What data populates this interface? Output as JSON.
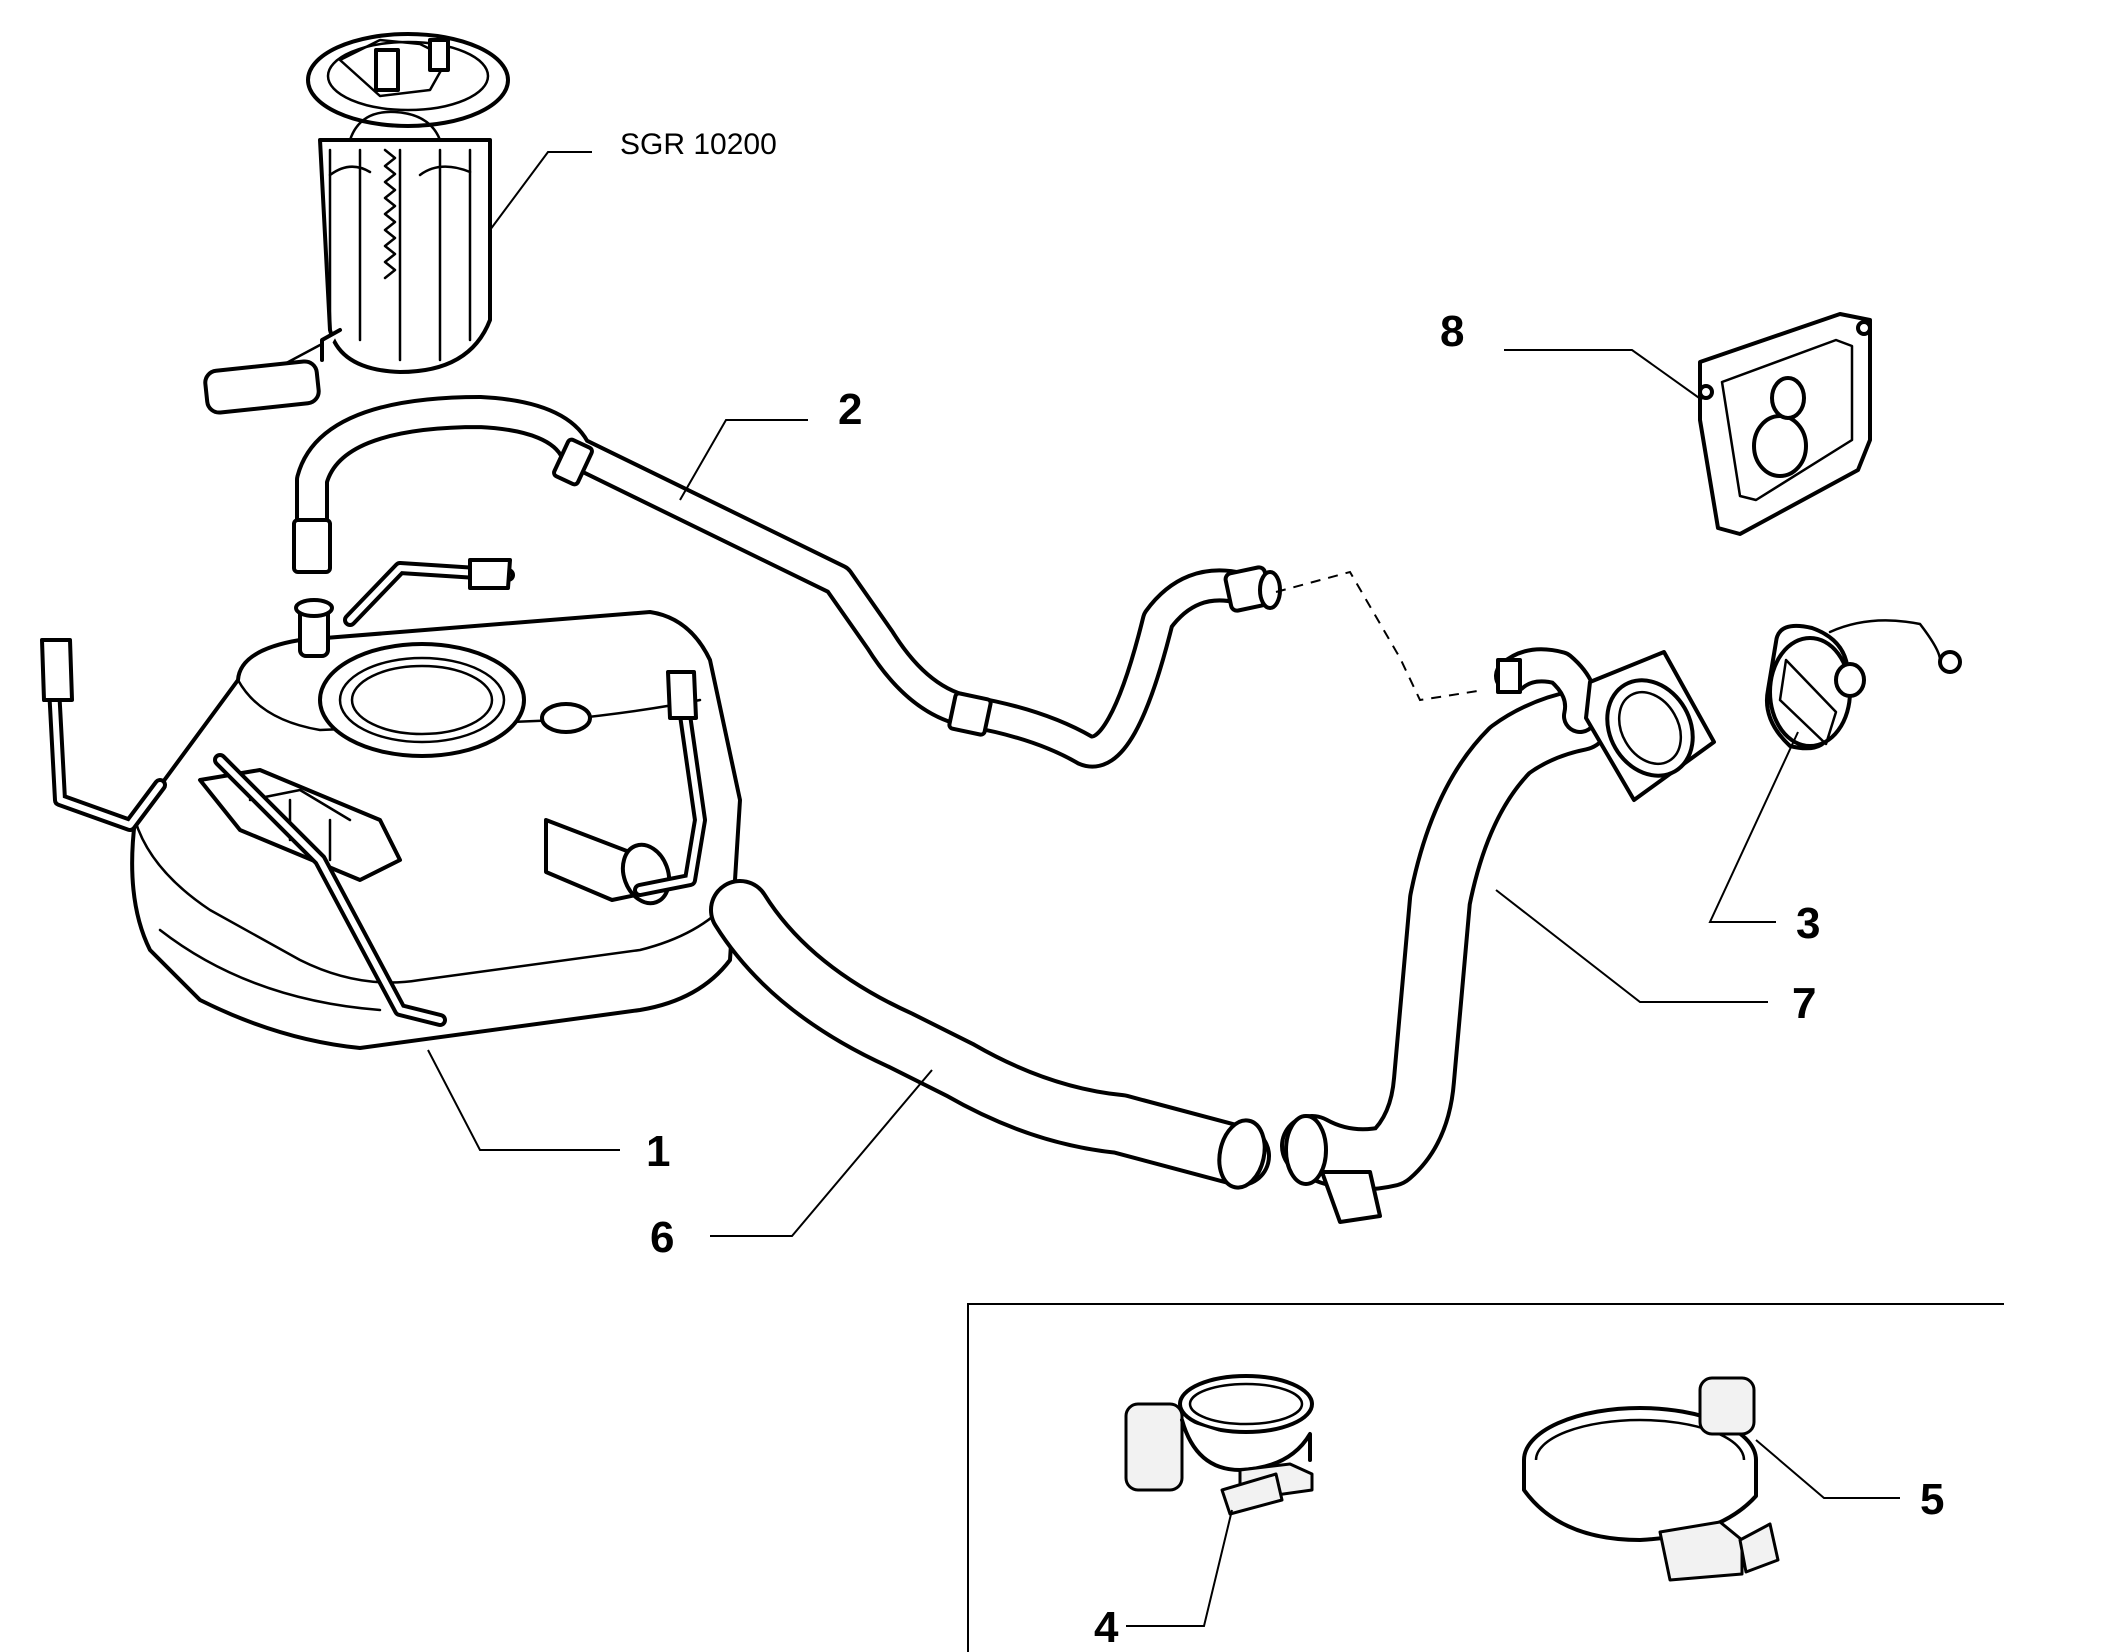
{
  "labels": {
    "pump_code": "SGR 10200",
    "n1": "1",
    "n2": "2",
    "n3": "3",
    "n4": "4",
    "n5": "5",
    "n6": "6",
    "n7": "7",
    "n8": "8"
  }
}
